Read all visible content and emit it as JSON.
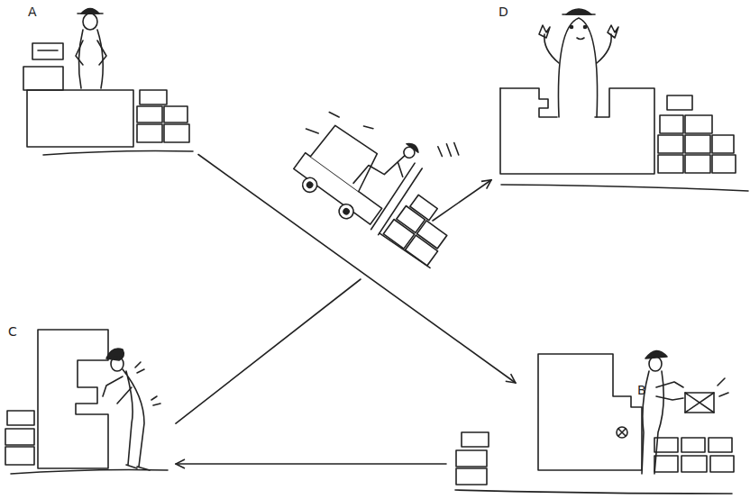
{
  "diagram": {
    "nodes": [
      {
        "text": [
          "A"
        ]
      },
      {
        "text": [
          "D"
        ]
      },
      {
        "text": [
          "C"
        ]
      },
      {
        "text": [
          "B"
        ]
      }
    ],
    "edges": [
      {
        "from": 0,
        "to": 3,
        "arrow": "to"
      },
      {
        "from": 3,
        "to": 2,
        "arrow": "to"
      },
      {
        "from": 2,
        "to": 1,
        "arrow": "to"
      }
    ]
  }
}
